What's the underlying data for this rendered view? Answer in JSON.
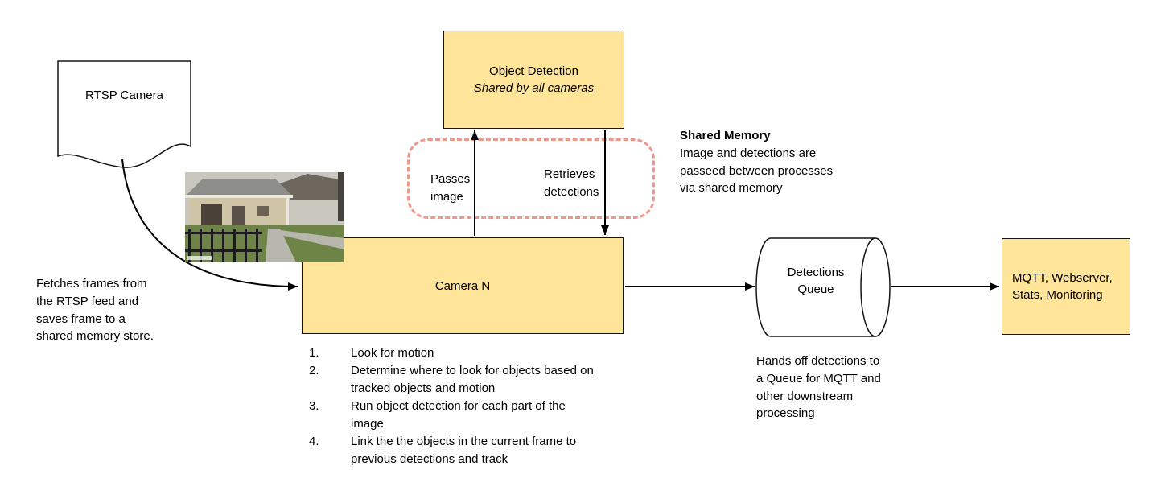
{
  "colors": {
    "node_fill": "#FFE599",
    "node_border": "#141414",
    "shared_memory_dashed": "#F1978A",
    "arrow": "#000000"
  },
  "nodes": {
    "rtsp_camera": {
      "label": "RTSP Camera"
    },
    "object_detection": {
      "title": "Object Detection",
      "subtitle": "Shared by all cameras"
    },
    "camera_n": {
      "label": "Camera N",
      "steps": [
        "Look for motion",
        "Determine where to look for objects based on tracked objects and motion",
        "Run object detection for each part of the image",
        "Link the the objects in the current frame to previous detections and track"
      ]
    },
    "detections_queue": {
      "label": "Detections Queue"
    },
    "outputs": {
      "label": "MQTT, Webserver, Stats, Monitoring"
    }
  },
  "labels": {
    "fetch_frames": "Fetches frames from the RTSP feed and saves frame to a shared memory store.",
    "passes_image": "Passes image",
    "retrieves_detections": "Retrieves detections",
    "shared_memory_title": "Shared Memory",
    "shared_memory_body": "Image and detections are passeed between processes via shared memory",
    "hands_off": "Hands off detections to a Queue for MQTT and other downstream processing"
  }
}
